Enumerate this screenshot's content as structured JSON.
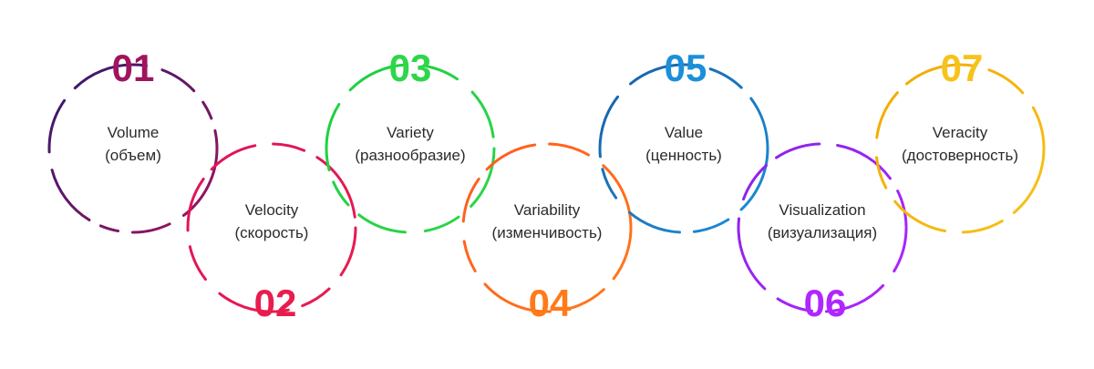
{
  "items": [
    {
      "number": "01",
      "title": "Volume",
      "subtitle": "(объем)",
      "color_from": "#2e1a6e",
      "color_to": "#a0145e"
    },
    {
      "number": "02",
      "title": "Velocity",
      "subtitle": "(скорость)",
      "color_from": "#e0125a",
      "color_to": "#e81d4e"
    },
    {
      "number": "03",
      "title": "Variety",
      "subtitle": "(разнообразие)",
      "color_from": "#1bd03e",
      "color_to": "#2ed64a"
    },
    {
      "number": "04",
      "title": "Variability",
      "subtitle": "(изменчивость)",
      "color_from": "#ff5a1f",
      "color_to": "#ff7a1a"
    },
    {
      "number": "05",
      "title": "Value",
      "subtitle": "(ценность)",
      "color_from": "#1a5fa6",
      "color_to": "#1c8fd9"
    },
    {
      "number": "06",
      "title": "Visualization",
      "subtitle": "(визуализация)",
      "color_from": "#8a22e6",
      "color_to": "#b026ff"
    },
    {
      "number": "07",
      "title": "Veracity",
      "subtitle": "(достоверность)",
      "color_from": "#f2a900",
      "color_to": "#f7c21a"
    }
  ]
}
